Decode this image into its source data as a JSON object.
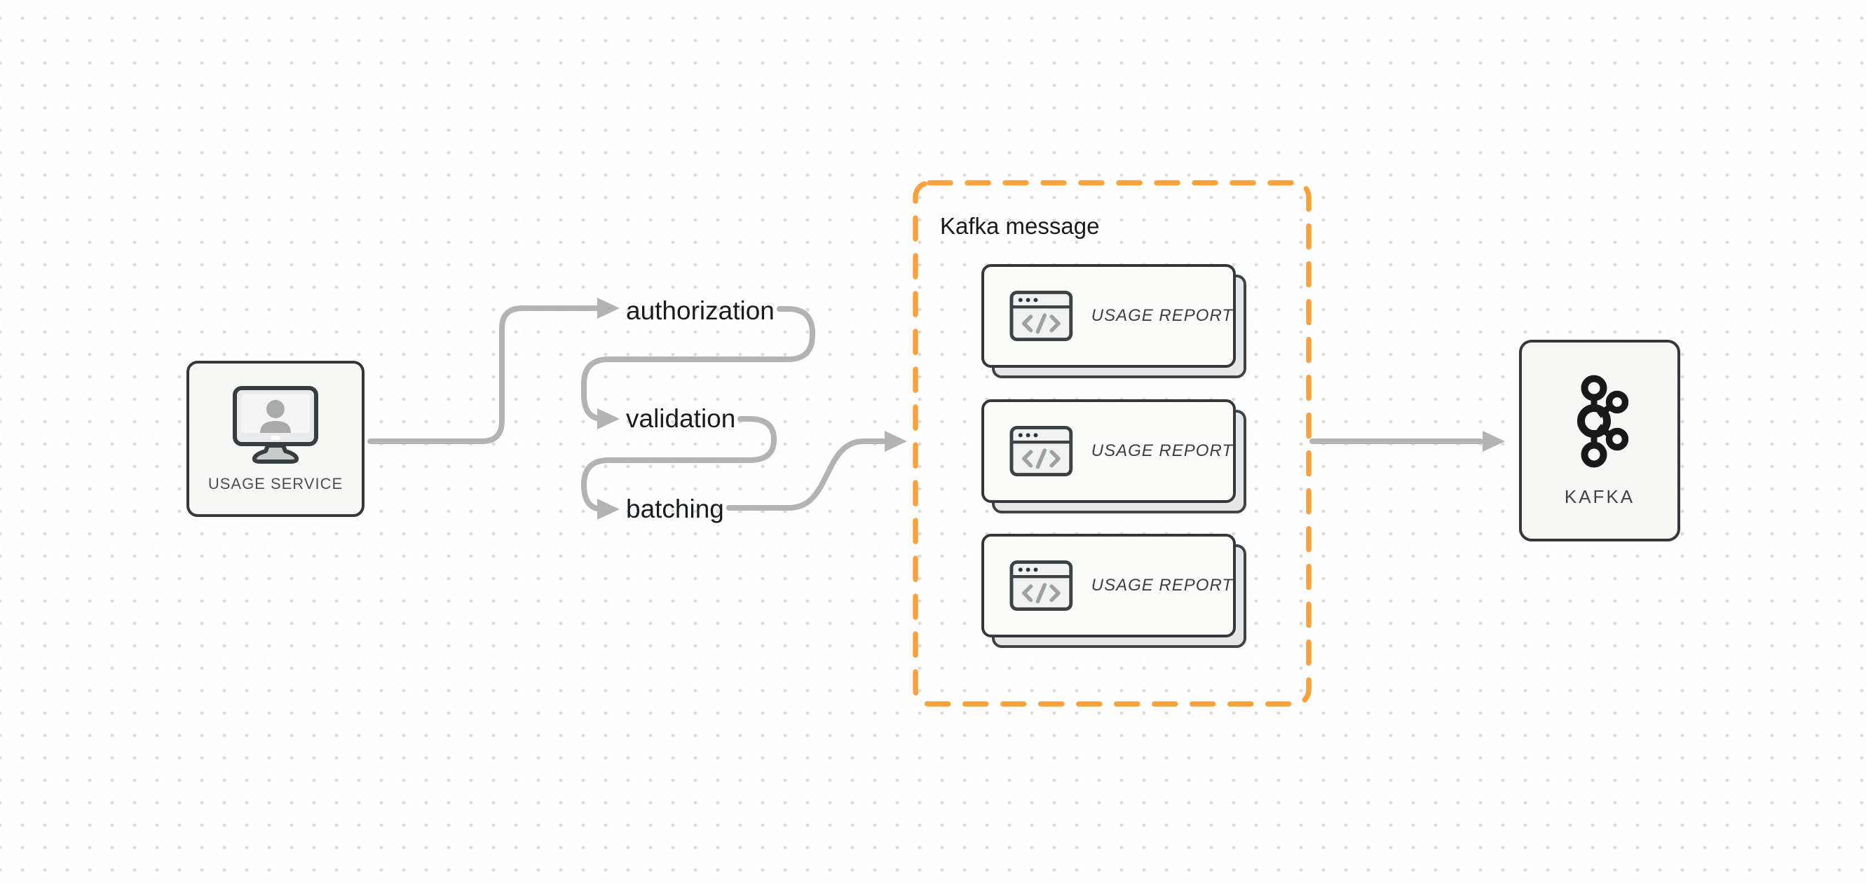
{
  "diagram": {
    "source_node": {
      "label": "USAGE SERVICE",
      "icon": "monitor-user-icon"
    },
    "pipeline_steps": [
      {
        "label": "authorization"
      },
      {
        "label": "validation"
      },
      {
        "label": "batching"
      }
    ],
    "kafka_message_group": {
      "title": "Kafka message",
      "cards": [
        {
          "label": "USAGE REPORT",
          "icon": "code-window-icon"
        },
        {
          "label": "USAGE REPORT",
          "icon": "code-window-icon"
        },
        {
          "label": "USAGE REPORT",
          "icon": "code-window-icon"
        }
      ]
    },
    "sink_node": {
      "label": "KAFKA",
      "icon": "kafka-logo-icon"
    },
    "colors": {
      "group_border_orange": "#F9A13B",
      "connector_gray": "#B3B3B3",
      "shape_border_dark": "#33383C",
      "shape_fill": "#F7F8F6",
      "canvas_dot": "#DCDCDC"
    }
  }
}
